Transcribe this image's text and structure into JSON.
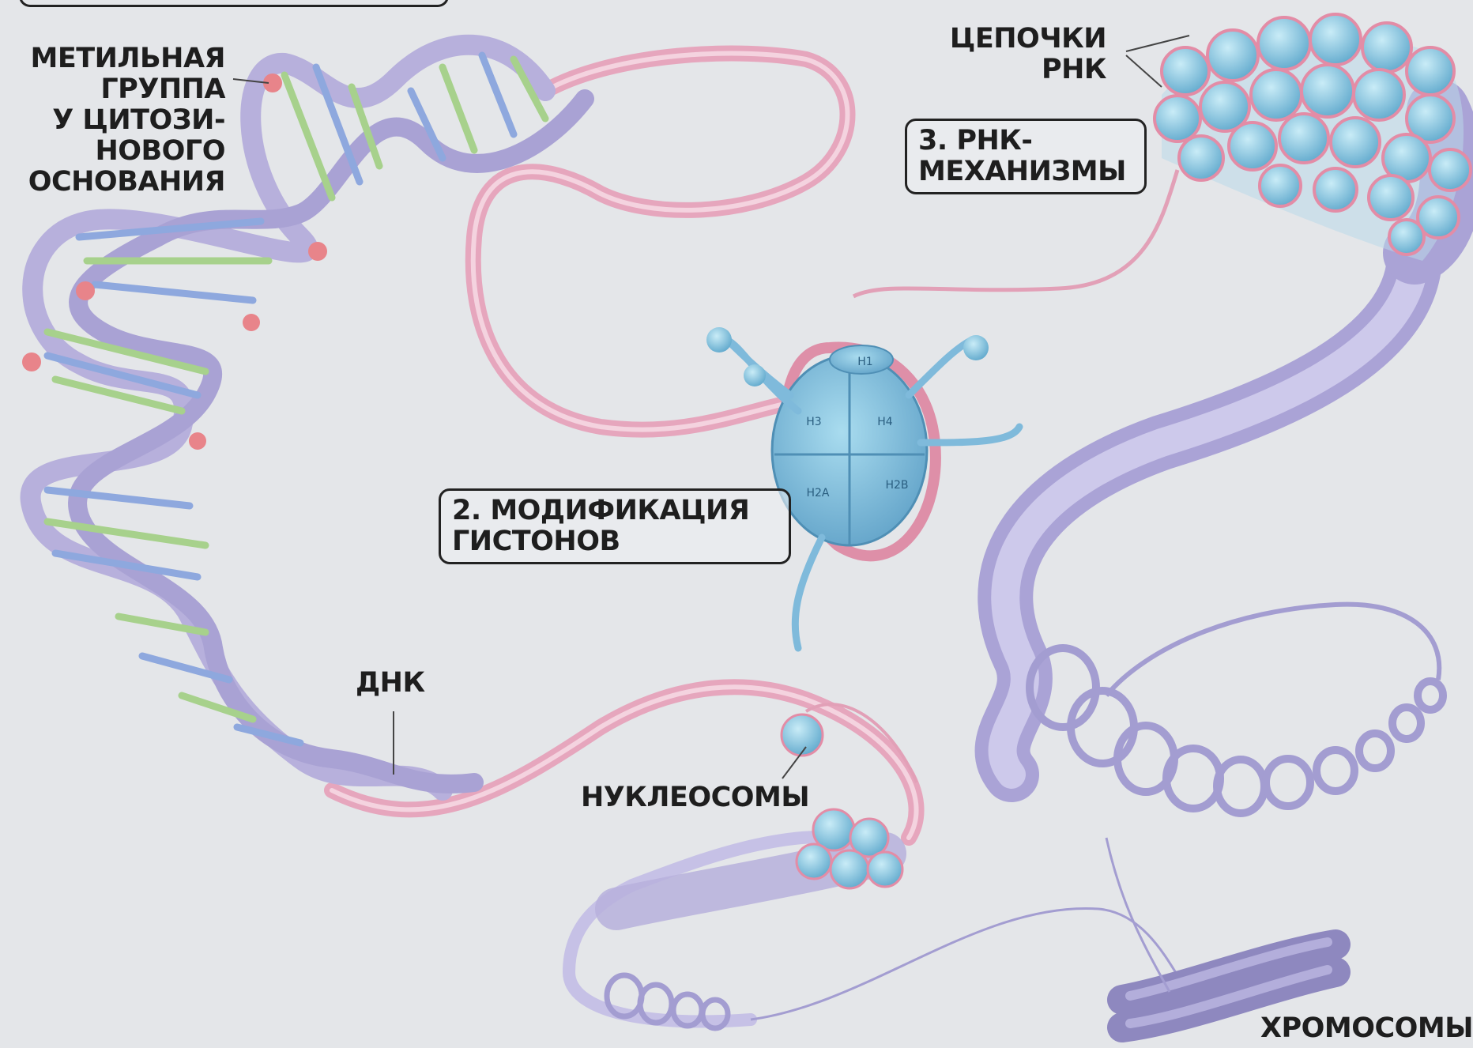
{
  "labels": {
    "methyl_line1": "МЕТИЛЬНАЯ",
    "methyl_line2": "ГРУППА",
    "methyl_line3": "У ЦИТОЗИ-",
    "methyl_line4": "НОВОГО",
    "methyl_line5": "ОСНОВАНИЯ",
    "rna_chains_line1": "ЦЕПОЧКИ",
    "rna_chains_line2": "РНК",
    "rna_box_line1": "3. РНК-",
    "rna_box_line2": "МЕХАНИЗМЫ",
    "histone_box_line1": "2. МОДИФИКАЦИЯ",
    "histone_box_line2": "ГИСТОНОВ",
    "dna": "ДНК",
    "nucleosomes": "НУКЛЕОСОМЫ",
    "chromosomes": "ХРОМОСОМЫ"
  },
  "histones": {
    "h1": "H1",
    "h3": "H3",
    "h4": "H4",
    "h2a": "H2A",
    "h2b": "H2B"
  },
  "colors": {
    "background": "#e4e6e9",
    "dna_backbone": "#b7b0dc",
    "base_pairs_green": "#a7d18c",
    "base_pairs_blue": "#8ea8de",
    "methyl_mark": "#e8848a",
    "pink_strand": "#e6a6bd",
    "histone_blue": "#7fc0dc",
    "chromatin_lilac": "#c6c1e6"
  }
}
